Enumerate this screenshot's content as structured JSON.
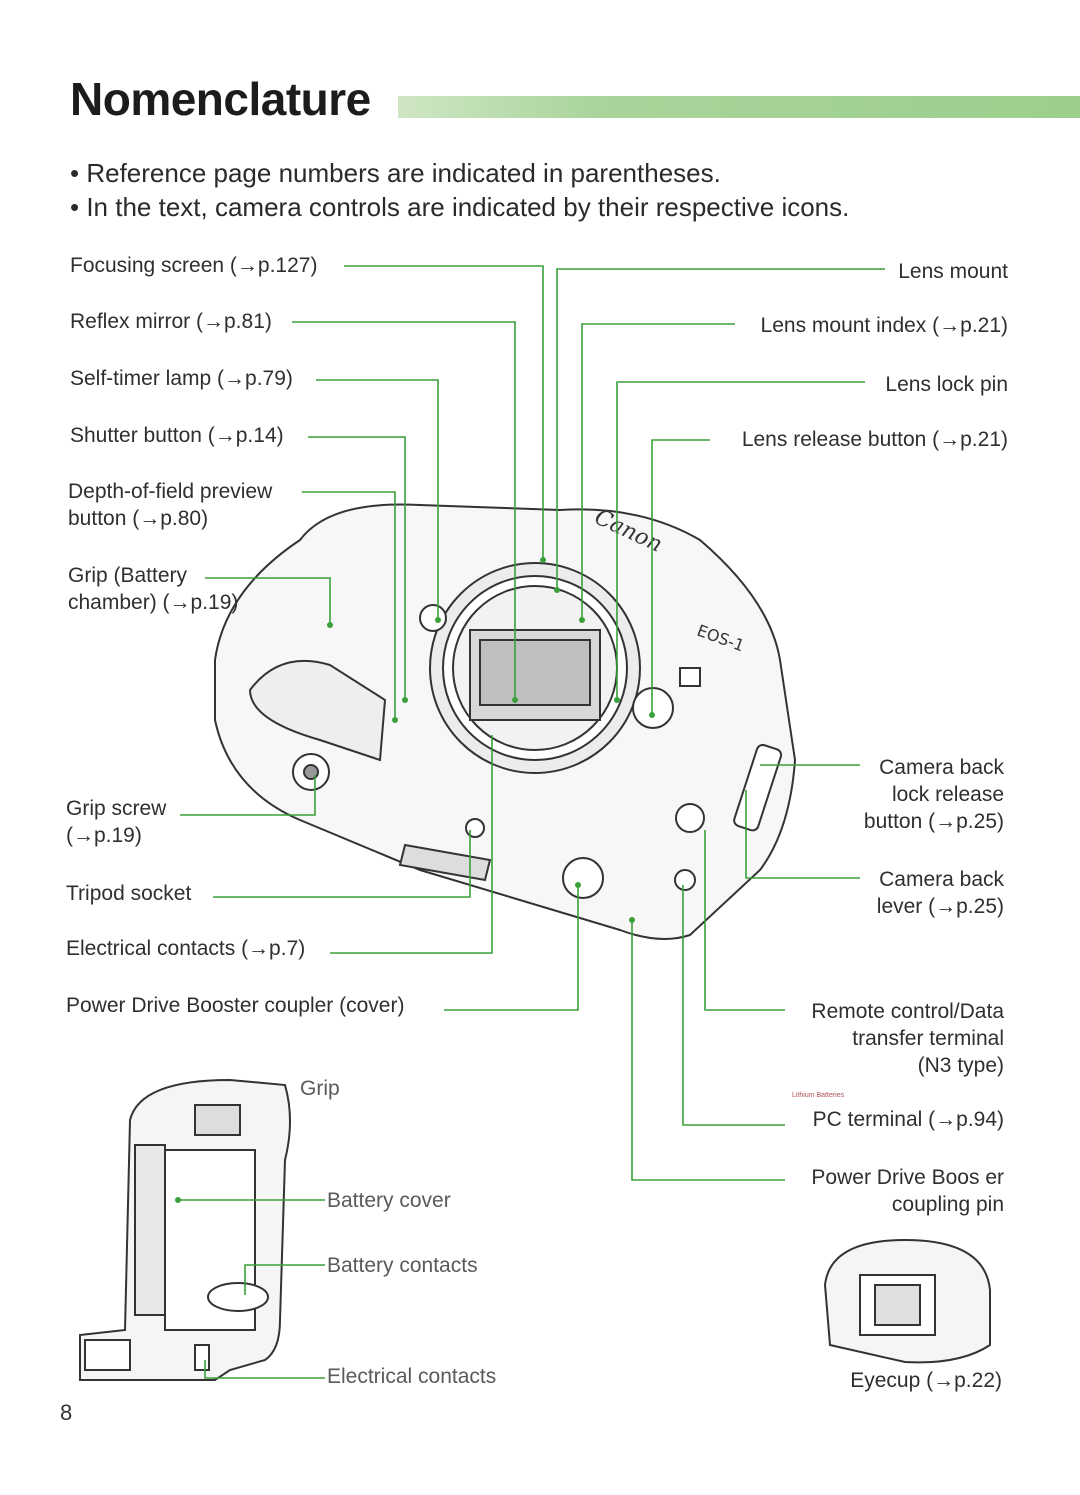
{
  "title": "Nomenclature",
  "bullets": [
    "Reference page numbers are indicated in parentheses.",
    "In the text, camera controls are indicated by their respective icons."
  ],
  "left_labels": {
    "focusing_screen": "Focusing screen (→p.127)",
    "reflex_mirror": "Reflex mirror (→p.81)",
    "self_timer": "Self-timer lamp (→p.79)",
    "shutter_button": "Shutter button (→p.14)",
    "dof_preview_1": "Depth-of-field preview",
    "dof_preview_2": "button (→p.80)",
    "grip_battery_1": "Grip (Battery",
    "grip_battery_2": "chamber) (→p.19)",
    "grip_screw_1": "Grip screw",
    "grip_screw_2": "(→p.19)",
    "tripod_socket": "Tripod socket",
    "electrical_contacts": "Electrical contacts (→p.7)",
    "power_drive_coupler": "Power Drive Booster coupler (cover)"
  },
  "right_labels": {
    "lens_mount": "Lens mount",
    "lens_mount_index": "Lens mount index (→p.21)",
    "lens_lock_pin": "Lens lock pin",
    "lens_release": "Lens release button (→p.21)",
    "camera_back_release_1": "Camera back",
    "camera_back_release_2": "lock release",
    "camera_back_release_3": "button (→p.25)",
    "camera_back_lever_1": "Camera back",
    "camera_back_lever_2": "lever (→p.25)",
    "remote_terminal_1": "Remote control/Data",
    "remote_terminal_2": "transfer terminal",
    "remote_terminal_3": "(N3 type)",
    "lithium_note": "Lithium Batteries",
    "pc_terminal": "PC terminal (→p.94)",
    "pdb_pin_1": "Power Drive Boos er",
    "pdb_pin_2": "coupling pin",
    "eyecup": "Eyecup (→p.22)"
  },
  "grip_labels": {
    "grip": "Grip",
    "battery_cover": "Battery cover",
    "battery_contacts": "Battery contacts",
    "electrical_contacts": "Electrical contacts"
  },
  "camera_brand": "Canon",
  "camera_model": "EOS-1",
  "page_number": "8",
  "colors": {
    "leader": "#3aa03a",
    "title_bar": "#9ccf8c",
    "drawing": "#333333"
  }
}
